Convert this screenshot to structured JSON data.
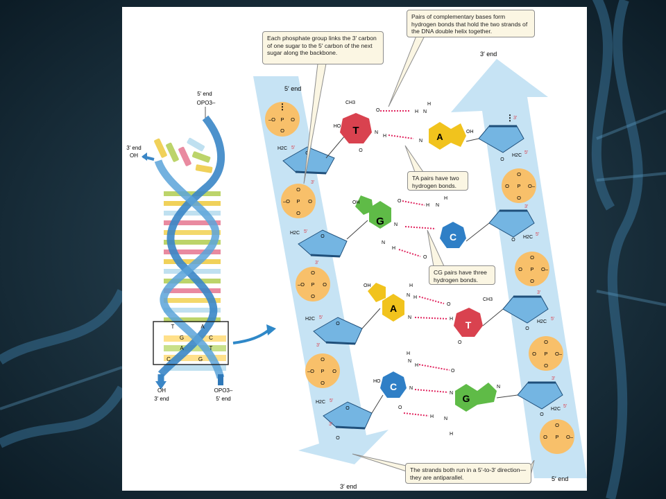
{
  "callouts": {
    "phosphate_link": "Each phosphate group links the 3′ carbon of one sugar to the 5′ carbon of the next sugar along the backbone.",
    "complementary": "Pairs of complementary bases form hydrogen bonds that hold the two strands of the DNA double helix together.",
    "ta_pairs": "TA pairs have two hydrogen bonds.",
    "cg_pairs": "CG pairs have three hydrogen bonds.",
    "antiparallel": "The strands both run in a 5′-to-3′ direction—they are antiparallel."
  },
  "helix": {
    "top_5_end": "5′ end",
    "top_opo3": "OPO3–",
    "left_3_end": "3′ end",
    "left_oh": "OH",
    "bottom_oh": "OH",
    "bottom_3_end": "3′ end",
    "bottom_opo3": "OPO3–",
    "bottom_5_end": "5′ end",
    "box_pairs": [
      {
        "left": "T",
        "right": "A"
      },
      {
        "left": "G",
        "right": "C"
      },
      {
        "left": "A",
        "right": "T"
      },
      {
        "left": "C",
        "right": "G"
      }
    ]
  },
  "strand_ends": {
    "left_top": "5′ end",
    "left_bottom": "3′ end",
    "right_top": "3′ end",
    "right_bottom": "5′ end"
  },
  "bases": {
    "T": "T",
    "A": "A",
    "G": "G",
    "C": "C"
  },
  "atoms": {
    "phosphorus": "P",
    "oxygen": "O",
    "o_minus": "–O",
    "o_minus_right": "O–",
    "nitrogen": "N",
    "hydrogen": "H",
    "methyl": "CH3",
    "sugar_carbon": "H2C",
    "hydroxyl": "OH",
    "ho": "HO",
    "prime5": "5′",
    "prime3": "3′"
  },
  "colors": {
    "thymine": "#d9424f",
    "adenine": "#f1c31d",
    "guanine": "#5fbb47",
    "cytosine": "#2f7fc6",
    "sugar": "#74b5e2",
    "phosphate": "#f8c06a",
    "strand_arrow": "#c6e3f4",
    "hbond": "#e0245e",
    "background": "#142b38",
    "panel": "#ffffff"
  }
}
